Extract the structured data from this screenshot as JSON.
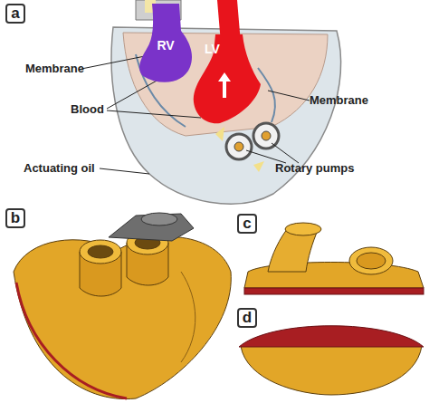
{
  "diagram": {
    "nodes": [
      {
        "text": [
          "a"
        ]
      },
      {
        "text": [
          "RV"
        ]
      },
      {
        "text": [
          "LV"
        ]
      },
      {
        "text": [
          "b"
        ]
      },
      {
        "text": [
          "c"
        ]
      },
      {
        "text": [
          "d"
        ]
      }
    ],
    "labels": [
      "Membrane",
      "Blood",
      "Membrane",
      "Actuating oil",
      "Rotary pumps"
    ]
  }
}
